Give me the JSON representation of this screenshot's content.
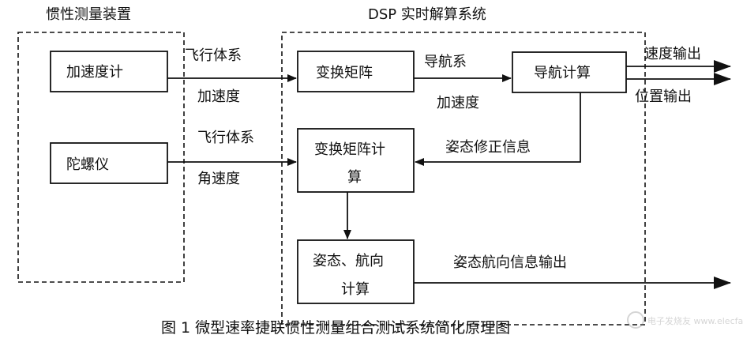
{
  "diagram": {
    "groups": {
      "imu": "惯性测量装置",
      "dsp": "DSP 实时解算系统"
    },
    "blocks": {
      "accelerometer": "加速度计",
      "gyroscope": "陀螺仪",
      "transform_matrix": "变换矩阵",
      "transform_matrix_calc_line1": "变换矩阵计",
      "transform_matrix_calc_line2": "算",
      "nav_calc": "导航计算",
      "attitude_calc_line1": "姿态、航向",
      "attitude_calc_line2": "计算"
    },
    "edges": {
      "accel_top": "飞行体系",
      "accel_bottom": "加速度",
      "gyro_top": "飞行体系",
      "gyro_bottom": "角速度",
      "nav_frame_top": "导航系",
      "nav_frame_bottom": "加速度",
      "correction": "姿态修正信息",
      "speed_out": "速度输出",
      "position_out": "位置输出",
      "attitude_out": "姿态航向信息输出"
    },
    "caption": "图 1  微型速率捷联惯性测量组合测试系统简化原理图",
    "watermark": "电子发烧友 www.elecfans.com"
  }
}
